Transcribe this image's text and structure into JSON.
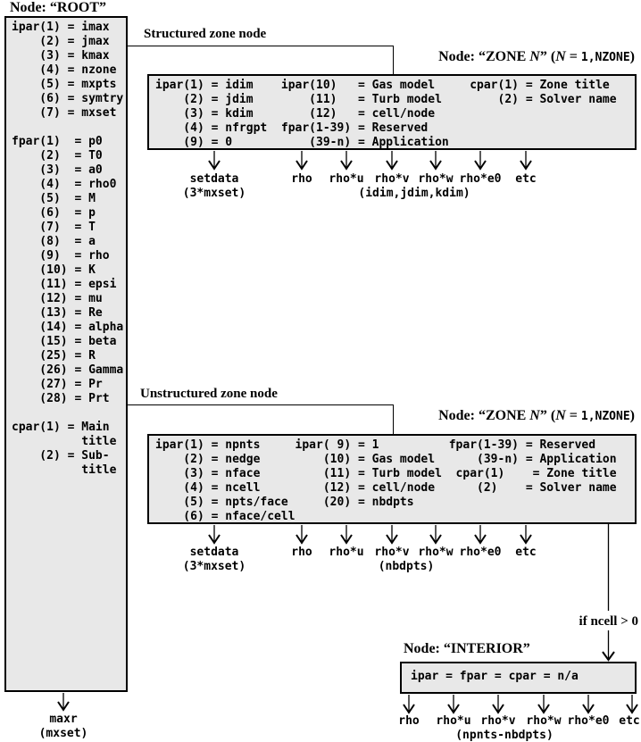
{
  "colors": {
    "background": "#ffffff",
    "box_fill": "#e8e8e8",
    "line": "#000000"
  },
  "root": {
    "title": "Node: “ROOT”",
    "body": [
      "ipar(1) = imax",
      "    (2) = jmax",
      "    (3) = kmax",
      "    (4) = nzone",
      "    (5) = mxpts",
      "    (6) = symtry",
      "    (7) = mxset",
      "",
      "fpar(1)  = p0",
      "    (2)  = T0",
      "    (3)  = a0",
      "    (4)  = rho0",
      "    (5)  = M",
      "    (6)  = p",
      "    (7)  = T",
      "    (8)  = a",
      "    (9)  = rho",
      "    (10) = K",
      "    (11) = epsi",
      "    (12) = mu",
      "    (13) = Re",
      "    (14) = alpha",
      "    (15) = beta",
      "    (25) = R",
      "    (26) = Gamma",
      "    (27) = Pr",
      "    (28) = Prt",
      "",
      "cpar(1) = Main",
      "          title",
      "    (2) = Sub-",
      "          title"
    ],
    "arrow_label": "maxr",
    "arrow_sub": "(mxset)"
  },
  "structured": {
    "section_label": "Structured zone node",
    "header": {
      "s1": "Node: “ZONE ",
      "s2": "N",
      "s3": "” (",
      "s4": "N",
      "s5": " = ",
      "s6": "1,NZONE",
      "s7": ")"
    },
    "body": [
      "ipar(1) = idim    ipar(10)   = Gas model     cpar(1) = Zone title",
      "    (2) = jdim        (11)   = Turb model        (2) = Solver name",
      "    (3) = kdim        (12)   = cell/node",
      "    (4) = nfrgpt  fpar(1-39) = Reserved",
      "    (9) = 0           (39-n) = Application"
    ],
    "arrows": {
      "labels": [
        "setdata",
        "rho",
        "rho*u",
        "rho*v",
        "rho*w",
        "rho*e0",
        "etc"
      ],
      "sub_left": "(3*mxset)",
      "sub_mid": "(idim,jdim,kdim)"
    }
  },
  "unstructured": {
    "section_label": "Unstructured zone node",
    "header": {
      "s1": "Node: “ZONE ",
      "s2": "N",
      "s3": "” (",
      "s4": "N",
      "s5": " = ",
      "s6": "1,NZONE",
      "s7": ")"
    },
    "body": [
      "ipar(1) = npnts     ipar( 9) = 1          fpar(1-39) = Reserved",
      "    (2) = nedge         (10) = Gas model      (39-n) = Application",
      "    (3) = nface         (11) = Turb model  cpar(1)    = Zone title",
      "    (4) = ncell         (12) = cell/node      (2)    = Solver name",
      "    (5) = npts/face     (20) = nbdpts",
      "    (6) = nface/cell"
    ],
    "arrows": {
      "labels": [
        "setdata",
        "rho",
        "rho*u",
        "rho*v",
        "rho*w",
        "rho*e0",
        "etc"
      ],
      "sub_left": "(3*mxset)",
      "sub_mid": "(nbdpts)"
    },
    "condition_label": "if ncell > 0"
  },
  "interior": {
    "title": "Node: “INTERIOR”",
    "body": [
      "ipar = fpar = cpar = n/a"
    ],
    "arrows": {
      "labels": [
        "rho",
        "rho*u",
        "rho*v",
        "rho*w",
        "rho*e0",
        "etc"
      ],
      "sub_mid": "(npnts-nbdpts)"
    }
  }
}
